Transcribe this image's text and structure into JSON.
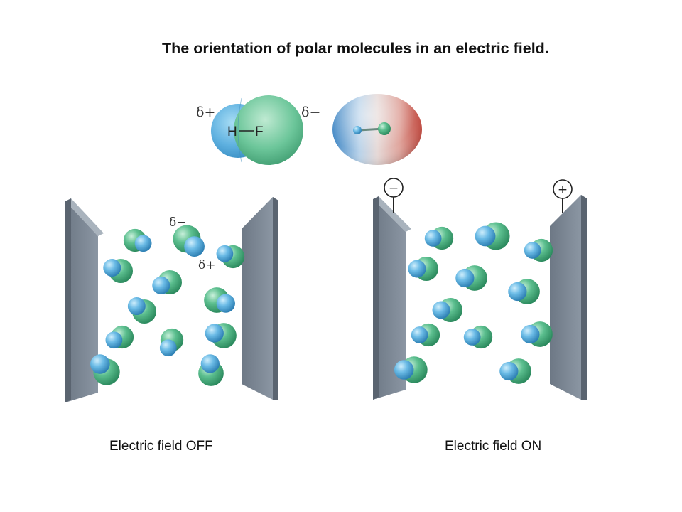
{
  "title": "The orientation of polar molecules in an electric field.",
  "top_model": {
    "delta_plus": "δ+",
    "delta_minus": "δ−",
    "h_label": "H",
    "f_label": "F"
  },
  "panel_off": {
    "caption": "Electric field OFF",
    "delta_minus": "δ−",
    "delta_plus": "δ+"
  },
  "panel_on": {
    "caption": "Electric field ON",
    "negative_terminal": "−",
    "positive_terminal": "+"
  },
  "colors": {
    "hydrogen": "#5aaee0",
    "fluorine": "#4fb98a",
    "plate": "#7f8a97",
    "negative_potential": "#c0463c",
    "positive_potential": "#3f86c4"
  }
}
